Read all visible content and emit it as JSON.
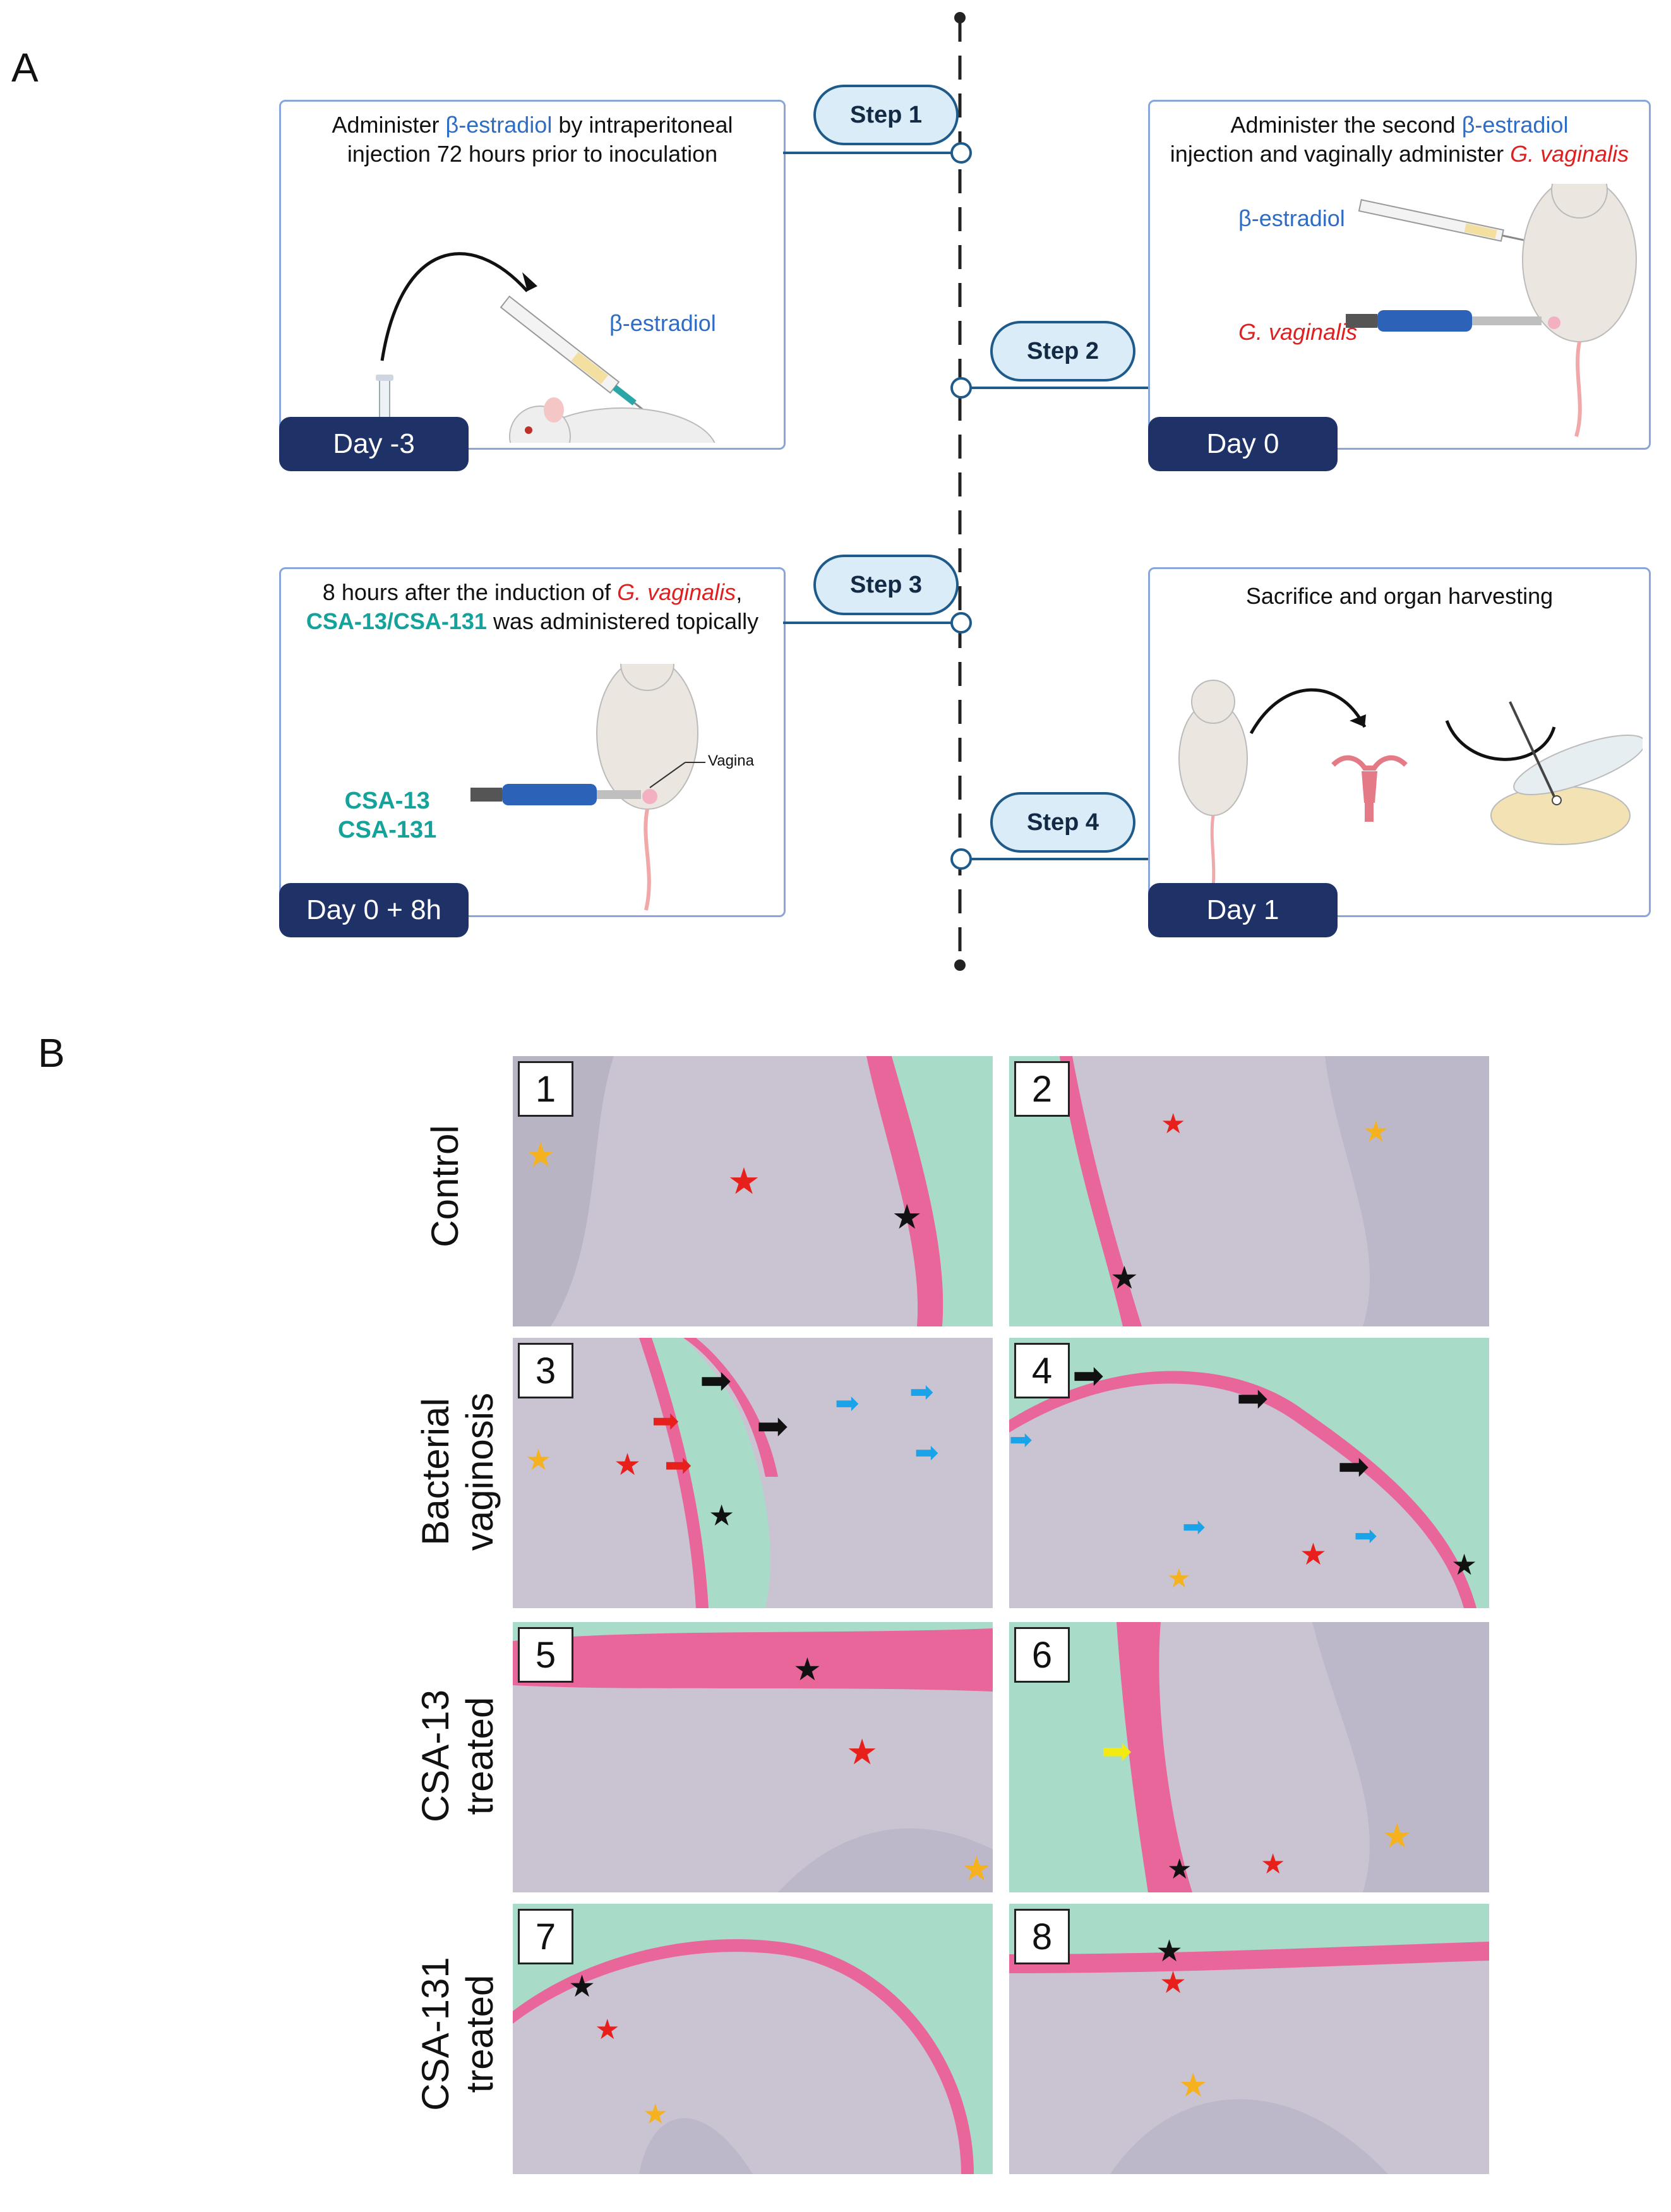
{
  "panels": {
    "a_label": "A",
    "b_label": "B"
  },
  "panel_a": {
    "step1": {
      "step_label": "Step 1",
      "text_line1_pre": "Administer ",
      "text_line1_em": "β-estradiol",
      "text_line1_post": " by intraperitoneal",
      "text_line2": "injection 72 hours prior to inoculation",
      "drug_label": "β-estradiol",
      "day_label": "Day -3"
    },
    "step2": {
      "step_label": "Step 2",
      "text_line1_pre": "Administer the second ",
      "text_line1_em": "β-estradiol",
      "text_line2_pre": "injection and vaginally administer ",
      "text_line2_em": "G. vaginalis",
      "drug_label": "β-estradiol",
      "bacteria_label": "G. vaginalis",
      "day_label": "Day 0"
    },
    "step3": {
      "step_label": "Step 3",
      "text_line1_pre": "8 hours after the induction of ",
      "text_line1_em": "G. vaginalis",
      "text_line1_post": ",",
      "text_line2_em": "CSA-13/CSA-131",
      "text_line2_post": " was administered topically",
      "vagina_label": "Vagina",
      "drug1": "CSA-13",
      "drug2": "CSA-131",
      "day_label": "Day 0 + 8h"
    },
    "step4": {
      "step_label": "Step 4",
      "text": "Sacrifice and organ harvesting",
      "day_label": "Day 1"
    }
  },
  "panel_b": {
    "rows": [
      {
        "label_line1": "Control",
        "label_line2": ""
      },
      {
        "label_line1": "Bacterial",
        "label_line2": "vaginosis"
      },
      {
        "label_line1": "CSA-13",
        "label_line2": "treated"
      },
      {
        "label_line1": "CSA-131",
        "label_line2": "treated"
      }
    ],
    "tiles": [
      "1",
      "2",
      "3",
      "4",
      "5",
      "6",
      "7",
      "8"
    ],
    "colors": {
      "tissue": "#c9c3d2",
      "background": "#a8dcc8",
      "keratin": "#e8669a",
      "nuclei": "#6e6a9a",
      "red_marker": "#e8201c",
      "orange_marker": "#f5b21e",
      "black_marker": "#111111",
      "blue_marker": "#1aa3e8",
      "yellow_marker": "#f3ea10"
    }
  }
}
